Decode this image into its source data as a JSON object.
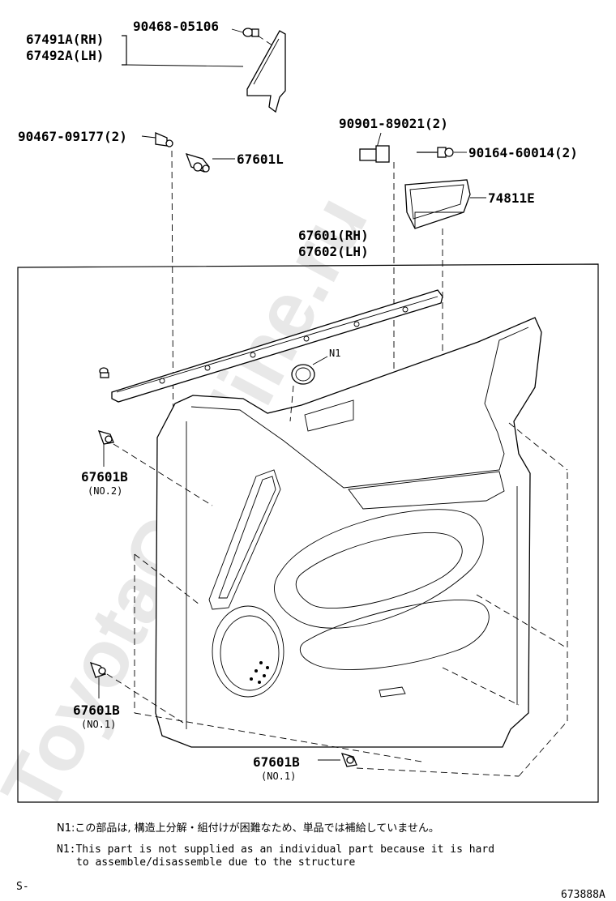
{
  "parts": {
    "p67491A": "67491A(RH)",
    "p67492A": "67492A(LH)",
    "p90468": "90468-05106",
    "p90467": "90467-09177(2)",
    "p67601L": "67601L",
    "p90901": "90901-89021(2)",
    "p90164": "90164-60014(2)",
    "p74811E": "74811E",
    "p67601": "67601(RH)",
    "p67602": "67602(LH)",
    "p67601B_no2": "67601B",
    "p67601B_no2_sub": "(NO.2)",
    "p67601B_no1a": "67601B",
    "p67601B_no1a_sub": "(NO.1)",
    "p67601B_no1b": "67601B",
    "p67601B_no1b_sub": "(NO.1)"
  },
  "callout": {
    "n1": "N1"
  },
  "notes": {
    "jp": "N1:この部品は, 構造上分解・組付けが困難なため、単品では補給していません。",
    "en1": "N1:This part is not supplied as an individual part because it is hard",
    "en2": "to assemble/disassemble due to the structure"
  },
  "footer": {
    "prefix": "S-",
    "code": "673888A"
  },
  "watermark": {
    "text": "ToyotaCarMine.ru",
    "color": "#e8e8e8"
  }
}
